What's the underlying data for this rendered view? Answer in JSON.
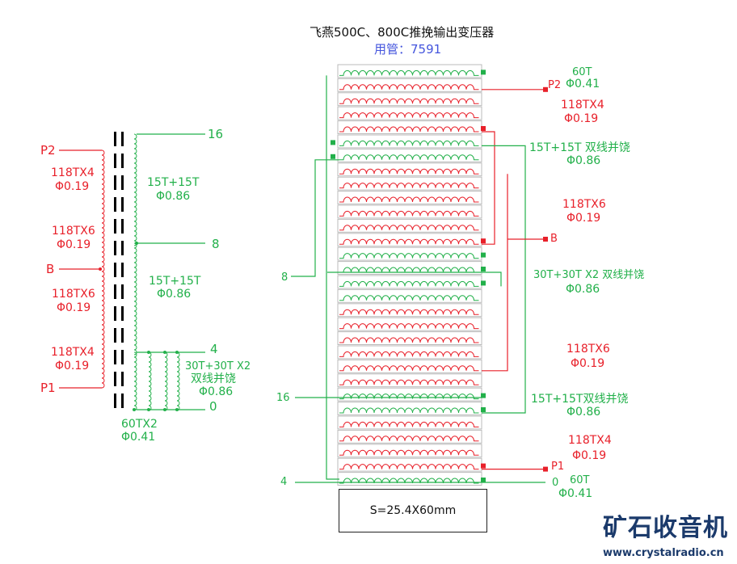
{
  "title": "飞燕500C、800C推挽输出变压器",
  "tube": "用管：7591",
  "colors": {
    "primary": "#e8202a",
    "secondary": "#22b04a",
    "logo": "#1b3a6b"
  },
  "schematic": {
    "p2": "P2",
    "b": "B",
    "p1": "P1",
    "pri": [
      {
        "turns": "118TX4",
        "wire": "Φ0.19"
      },
      {
        "turns": "118TX6",
        "wire": "Φ0.19"
      },
      {
        "turns": "118TX6",
        "wire": "Φ0.19"
      },
      {
        "turns": "118TX4",
        "wire": "Φ0.19"
      }
    ],
    "t16": "16",
    "t8": "8",
    "t4": "4",
    "t0": "0",
    "sec1": {
      "turns": "15T+15T",
      "wire": "Φ0.86"
    },
    "sec2": {
      "turns": "15T+15T",
      "wire": "Φ0.86"
    },
    "sec3": {
      "turns": "30T+30T X2",
      "method": "双线并饶",
      "wire": "Φ0.86"
    },
    "tertiary": {
      "turns": "60TX2",
      "wire": "Φ0.41"
    }
  },
  "layout_view": {
    "l60a": {
      "turns": "60T",
      "wire": "Φ0.41"
    },
    "p2": "P2",
    "r1": {
      "turns": "118TX4",
      "wire": "Φ0.19"
    },
    "g1": {
      "turns": "15T+15T 双线并饶",
      "wire": "Φ0.86"
    },
    "r2": {
      "turns": "118TX6",
      "wire": "Φ0.19"
    },
    "b": "B",
    "g2": {
      "turns": "30T+30T X2 双线并饶",
      "wire": "Φ0.86"
    },
    "r3": {
      "turns": "118TX6",
      "wire": "Φ0.19"
    },
    "g3": {
      "turns": "15T+15T双线并饶",
      "wire": "Φ0.86"
    },
    "r4": {
      "turns": "118TX4",
      "wire": "Φ0.19"
    },
    "p1": "P1",
    "l60b": {
      "turns": "60T",
      "wire": "Φ0.41"
    },
    "t8": "8",
    "t16": "16",
    "t4": "4",
    "t0": "0",
    "core": "S=25.4X60mm"
  },
  "logo": {
    "name": "矿石收音机",
    "url": "www.crystalradio.cn"
  }
}
